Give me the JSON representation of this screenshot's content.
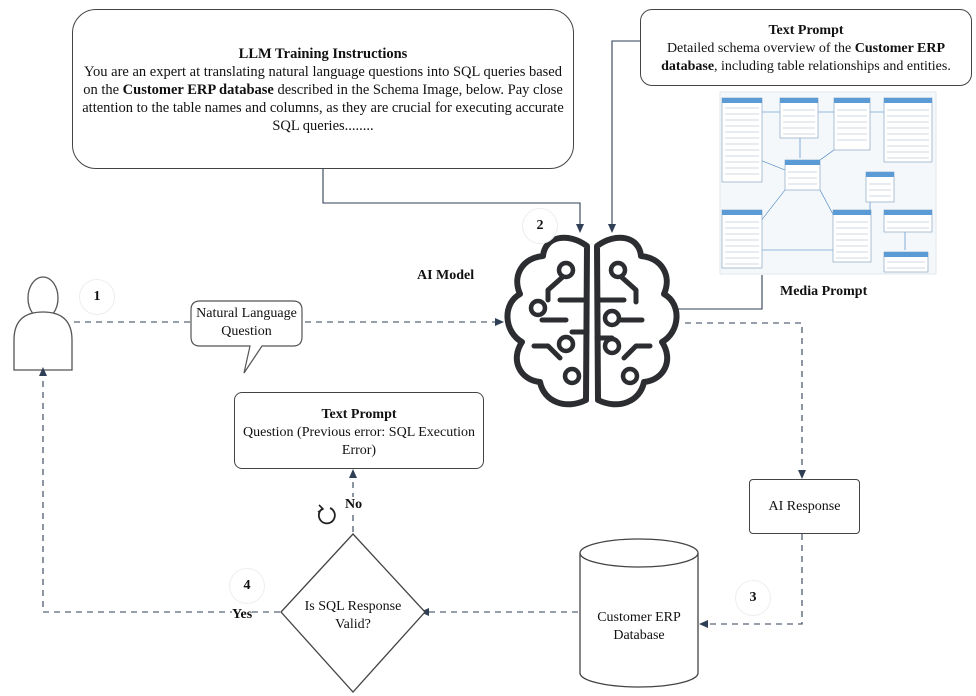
{
  "llm_box": {
    "title": "LLM Training Instructions",
    "text_a": "You are an expert at translating natural language questions into SQL queries based on the ",
    "bold": "Customer ERP database",
    "text_b": " described in the Schema Image, below. Pay close attention to the table names and columns, as they are crucial for executing accurate SQL queries........"
  },
  "schema_prompt": {
    "title": "Text Prompt",
    "text_a": "Detailed schema overview of the ",
    "bold": "Customer ERP database",
    "text_b": ", including table relationships and entities."
  },
  "media_prompt_label": "Media Prompt",
  "ai_model_label": "AI Model",
  "nl_question": "Natural Language Question",
  "question_prompt": {
    "title": "Text Prompt",
    "text": "Question (Previous error: SQL Execution Error)"
  },
  "ai_response": "AI Response",
  "database": "Customer ERP Database",
  "decision": "Is SQL Response Valid?",
  "no_label": "No",
  "yes_label": "Yes",
  "steps": [
    "1",
    "2",
    "3",
    "4"
  ],
  "colors": {
    "line": "#444444",
    "arrow": "#2f3f55",
    "brain": "#2b2d30"
  }
}
